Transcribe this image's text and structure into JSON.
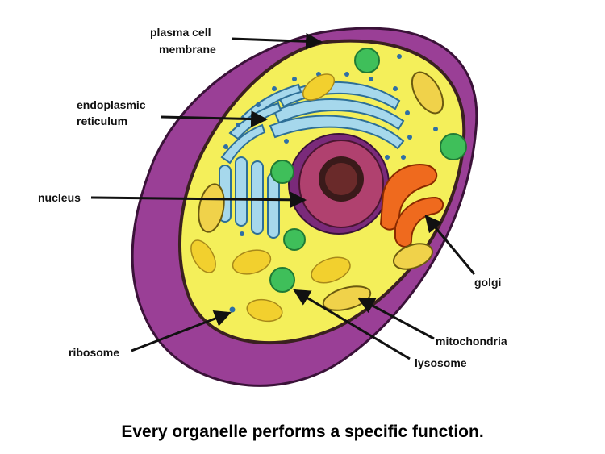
{
  "labels": {
    "plasma_membrane_line1": "plasma cell",
    "plasma_membrane_line2": "membrane",
    "er_line1": "endoplasmic",
    "er_line2": "reticulum",
    "nucleus": "nucleus",
    "golgi": "golgi",
    "mitochondria": "mitochondria",
    "lysosome": "lysosome",
    "ribosome": "ribosome"
  },
  "caption": "Every organelle performs a specific function.",
  "colors": {
    "membrane": "#9a3f96",
    "membrane_edge": "#3a1238",
    "cytoplasm": "#f4ef5a",
    "nucleus": "#b0416f",
    "nucleolus": "#3a1a1a",
    "er": "#a6d8ec",
    "golgi": "#ef6a1e",
    "lysosome": "#3fbf5a",
    "mitochondria": "#f0d24a",
    "ribosome": "#2e6fa6",
    "arrow": "#111111"
  }
}
